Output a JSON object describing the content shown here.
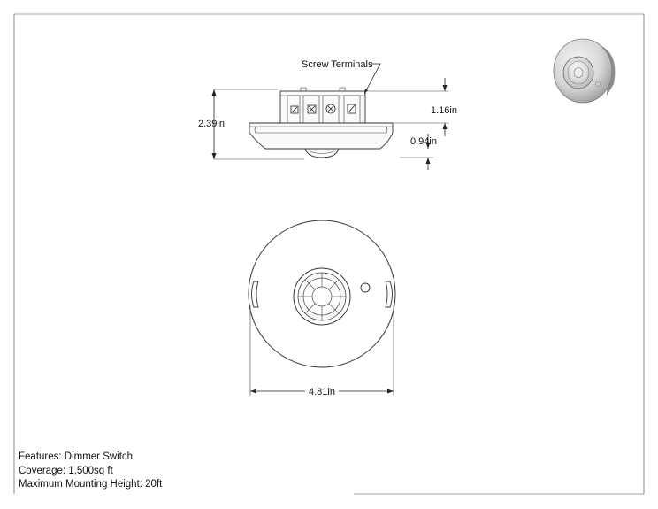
{
  "callouts": {
    "screw_terminals": "Screw Terminals",
    "dim_height_total": "2.39in",
    "dim_upper": "1.16in",
    "dim_lower": "0.94in",
    "dim_diameter": "4.81in"
  },
  "specs": {
    "features": "Features: Dimmer Switch",
    "coverage": "Coverage: 1,500sq ft",
    "mounting": "Maximum Mounting Height: 20ft"
  },
  "colors": {
    "line": "#222222",
    "background": "#ffffff"
  },
  "icons": {
    "product_photo": "occupancy-sensor-thumbnail"
  }
}
